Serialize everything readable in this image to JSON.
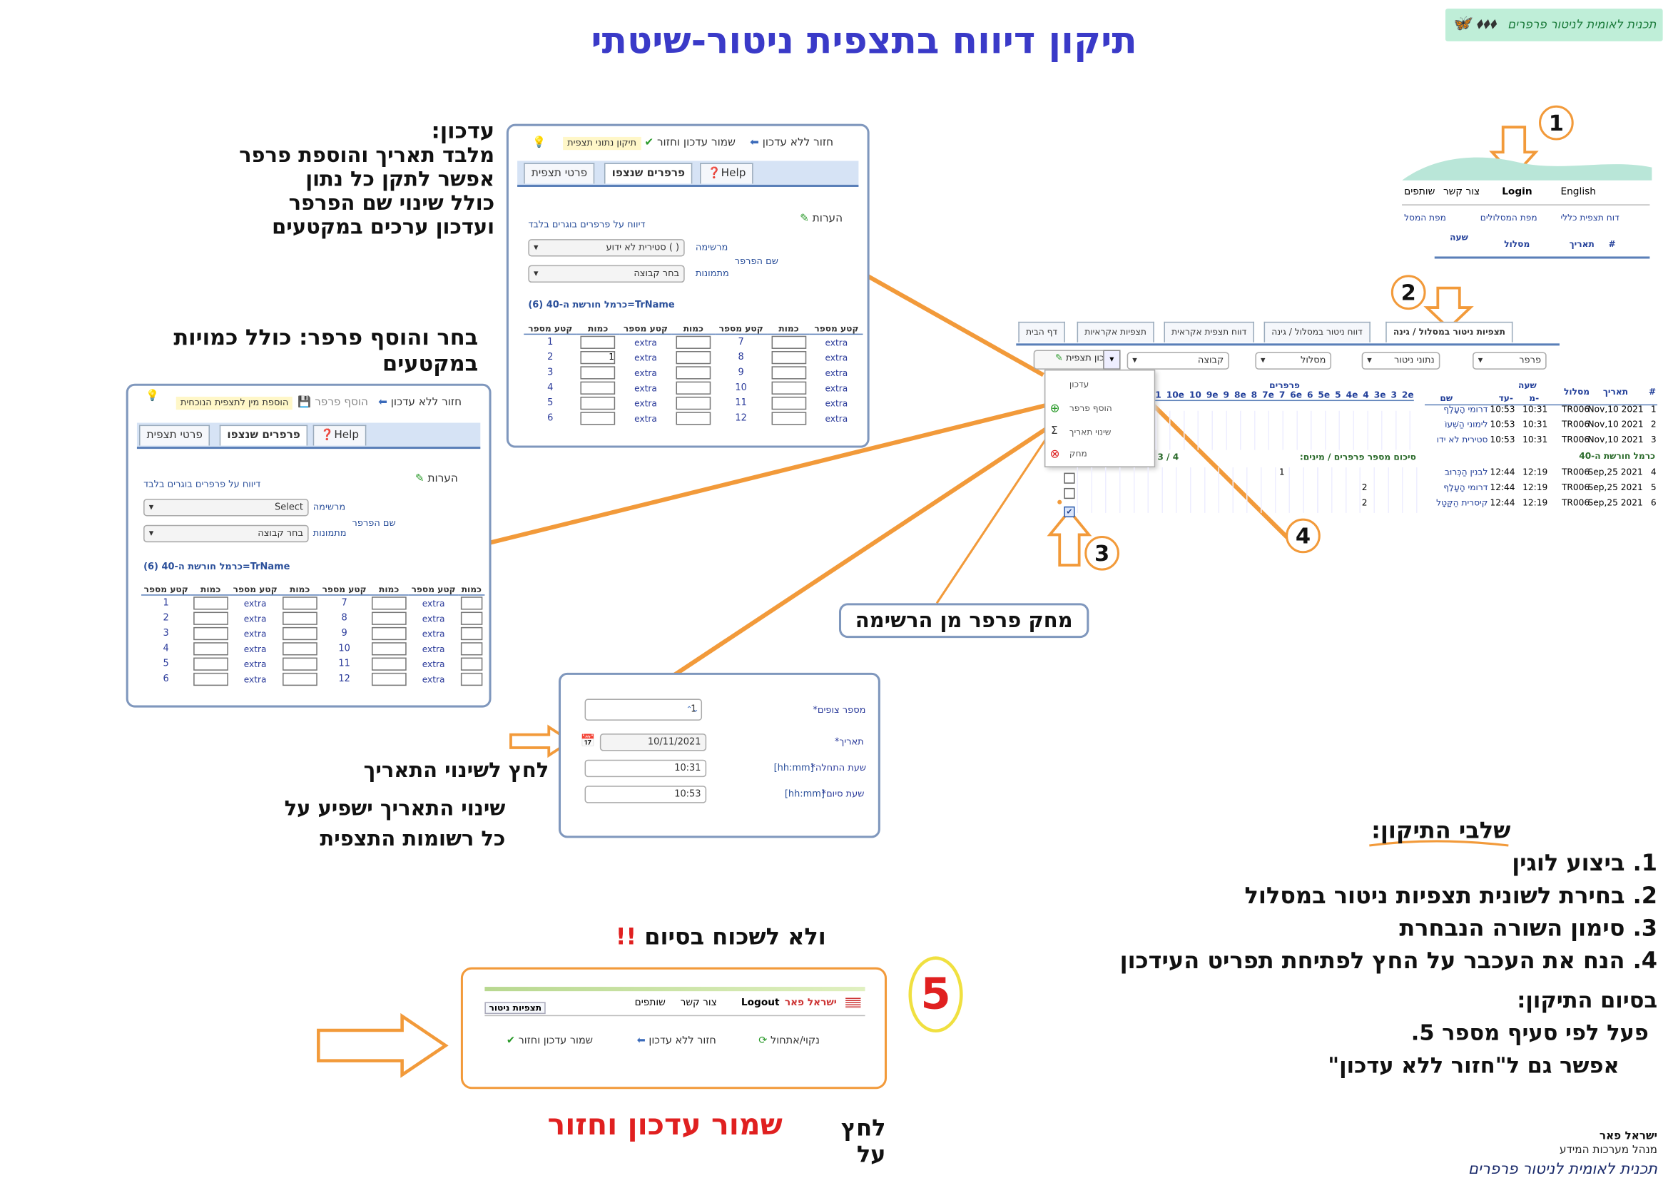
{
  "title": "תיקון דיווח בתצפית ניטור-שיטתי",
  "logo": {
    "text": "תכנית לאומית לניטור פרפרים"
  },
  "edit_note": {
    "heading": "עדכון:",
    "lines": [
      "מלבד תאריך והוספת פרפר",
      "אפשר לתקן כל נתון",
      "כולל שינוי שם הפרפר",
      "ועדכון ערכים במקטעים"
    ]
  },
  "add_note": {
    "lines": [
      "בחר והוסף פרפר:  כולל כמויות",
      "במקטעים"
    ]
  },
  "edit_panel": {
    "toolbar": {
      "back": "חזור ללא עדכון",
      "save": "שמור עדכון וחזור",
      "badge": "תיקון נתוני תצפית"
    },
    "tabs": [
      "פרטי תצפית",
      "פרפרים שנצפו",
      "Help"
    ],
    "notes_label": "הערות",
    "adults_only": "דיווח על פרפרים בוגרים בלבד",
    "list_label": "מרשימה",
    "list_value": "( )  סטירית לא ידוע",
    "name_label": "שם הפרפר",
    "group_label": "מתמונות",
    "group_value": "בחר קבוצה",
    "trname": "(6) כרמל חורשת ה-40=TrName",
    "rows": [
      "1",
      "2",
      "3",
      "4",
      "5",
      "6"
    ],
    "rows2": [
      "7",
      "8",
      "9",
      "10",
      "11",
      "12"
    ],
    "col_seg": "קטע מספר",
    "col_qty": "כמות",
    "extra": "extra",
    "first_value": "1"
  },
  "add_panel": {
    "toolbar": {
      "back": "חזור ללא עדכון",
      "add": "הוסף פרפר",
      "badge": "הוספת מין לתצפית הנוכחית"
    },
    "tabs": [
      "פרטי תצפית",
      "פרפרים שנצפו",
      "Help"
    ],
    "notes_label": "הערות",
    "adults_only": "דיווח על פרפרים בוגרים בלבד",
    "list_label": "מרשימה",
    "list_value": "Select",
    "name_label": "שם הפרפר",
    "group_label": "מתמונות",
    "group_value": "בחר קבוצה",
    "trname": "(6) כרמל חורשת ה-40=TrName",
    "rows": [
      "1",
      "2",
      "3",
      "4",
      "5",
      "6"
    ],
    "rows2": [
      "7",
      "8",
      "9",
      "10",
      "11",
      "12"
    ],
    "col_seg": "קטע מספר",
    "col_qty": "כמות",
    "extra": "extra"
  },
  "date_panel": {
    "observers_label": "*מספר צופים",
    "observers_value": "1",
    "date_label": "*תאריך",
    "date_value": "10/11/2021",
    "start_label": "*שעת התחלה",
    "start_hint": "[hh:mm]",
    "start_value": "10:31",
    "end_label": "*שעת סיום",
    "end_hint": "[hh:mm]",
    "end_value": "10:53"
  },
  "date_note": {
    "click": "לחץ לשינוי התאריך",
    "effect1": "שינוי התאריך ישפיע על",
    "effect2": "כל רשומות התצפית"
  },
  "delete_note": "מחק פרפר מן הרשימה",
  "login_snip": {
    "menu": [
      "English",
      "Login",
      "צור קשר",
      "שותפים"
    ],
    "sub": [
      "דוח תצפית כללי",
      "מפת המסלולים",
      "מפת המסל"
    ],
    "cols": [
      "#",
      "תאריך",
      "מסלול",
      "שעה"
    ]
  },
  "main_snip": {
    "tabs": [
      "תצפיות ניטור במסלול / גינה",
      "דווח ניטור במסלול / גינה",
      "דווח תצפית אקראית",
      "תצפיות אקראיות",
      "דף הבית"
    ],
    "filters": [
      "פרפר",
      "נתוני ניטור",
      "מסלול",
      "קבוצה"
    ],
    "edit_button": "עדכון תצפית",
    "menu": [
      "עדכון",
      "הוסף פרפר",
      "שינוי תאריך",
      "מחק"
    ],
    "headers": {
      "hash": "#",
      "date": "תאריך",
      "route": "מסלול",
      "time": "שעה",
      "from": "מ-",
      "to": "עד-",
      "name": "שם",
      "butterflies": "פרפרים"
    },
    "segs": [
      "2e",
      "3",
      "3e",
      "4",
      "4e",
      "5",
      "5e",
      "6",
      "6e",
      "7",
      "7e",
      "8",
      "8e",
      "9",
      "9e",
      "10",
      "10e",
      "1"
    ],
    "rows": [
      {
        "n": "1",
        "date": "Nov,10 2021",
        "route": "TR006",
        "from": "10:31",
        "to": "10:53",
        "name": "דרומי הָעָלֶף"
      },
      {
        "n": "2",
        "date": "Nov,10 2021",
        "route": "TR006",
        "from": "10:31",
        "to": "10:53",
        "name": "לימוני הַשְּׁעוֹ"
      },
      {
        "n": "3",
        "date": "Nov,10 2021",
        "route": "TR006",
        "from": "10:31",
        "to": "10:53",
        "name": "סטירית לא ידו"
      }
    ],
    "group_row": "כרמל חורשת ה-40",
    "summary": "סיכום מספר פרפרים / מינים:",
    "summary_val": "3 / 4",
    "rows_b": [
      {
        "n": "4",
        "date": "Sep,25 2021",
        "route": "TR006",
        "from": "12:19",
        "to": "12:44",
        "name": "לבנין הַכְּרוּב",
        "val": "1"
      },
      {
        "n": "5",
        "date": "Sep,25 2021",
        "route": "TR006",
        "from": "12:19",
        "to": "12:44",
        "name": "דרומי הָעָלֶף",
        "val": "2"
      },
      {
        "n": "6",
        "date": "Sep,25 2021",
        "route": "TR006",
        "from": "12:19",
        "to": "12:44",
        "name": "קיסרית הַקָּטָל",
        "val": "2"
      }
    ]
  },
  "steps": {
    "heading": "שלבי התיקון:",
    "items": [
      "1. ביצוע לוגין",
      "2. בחירת לשונית תצפיות ניטור במסלול",
      "3. סימון השורה הנבחרת",
      "4. הנח את העכבר על החץ לפתיחת תפריט העידכון"
    ],
    "end_heading": "בסיום התיקון:",
    "end1": "פעל לפי סעיף מספר 5.",
    "end2": "אפשר גם ל\"חזור ללא עדכון\""
  },
  "step_numbers": [
    "1",
    "2",
    "3",
    "4",
    "5"
  ],
  "final": {
    "warning": "ולא לשכוח בסיום",
    "warn_mark": "!!",
    "bar_user": "ישראל פאר",
    "bar_logout": "Logout",
    "bar_contact": "צור קשר",
    "bar_partners": "שותפים",
    "bar_tab": "תצפיות ניטור",
    "btn_save": "שמור עדכון וחזור",
    "btn_back": "חזור ללא עדכון",
    "btn_clear": "נקוי/אתחול",
    "click_on": "לחץ על",
    "save_big": "שמור עדכון וחזור"
  },
  "signature": {
    "name": "ישראל פאר",
    "role": "מנהל מערכות המידע",
    "org": "תכנית לאומית לניטור פרפרים"
  },
  "colors": {
    "title": "#3a3ac8",
    "orange": "#f29a3a",
    "panel_border": "#7f97bd",
    "red": "#e02020",
    "circle_yellow": "#f0e040"
  }
}
